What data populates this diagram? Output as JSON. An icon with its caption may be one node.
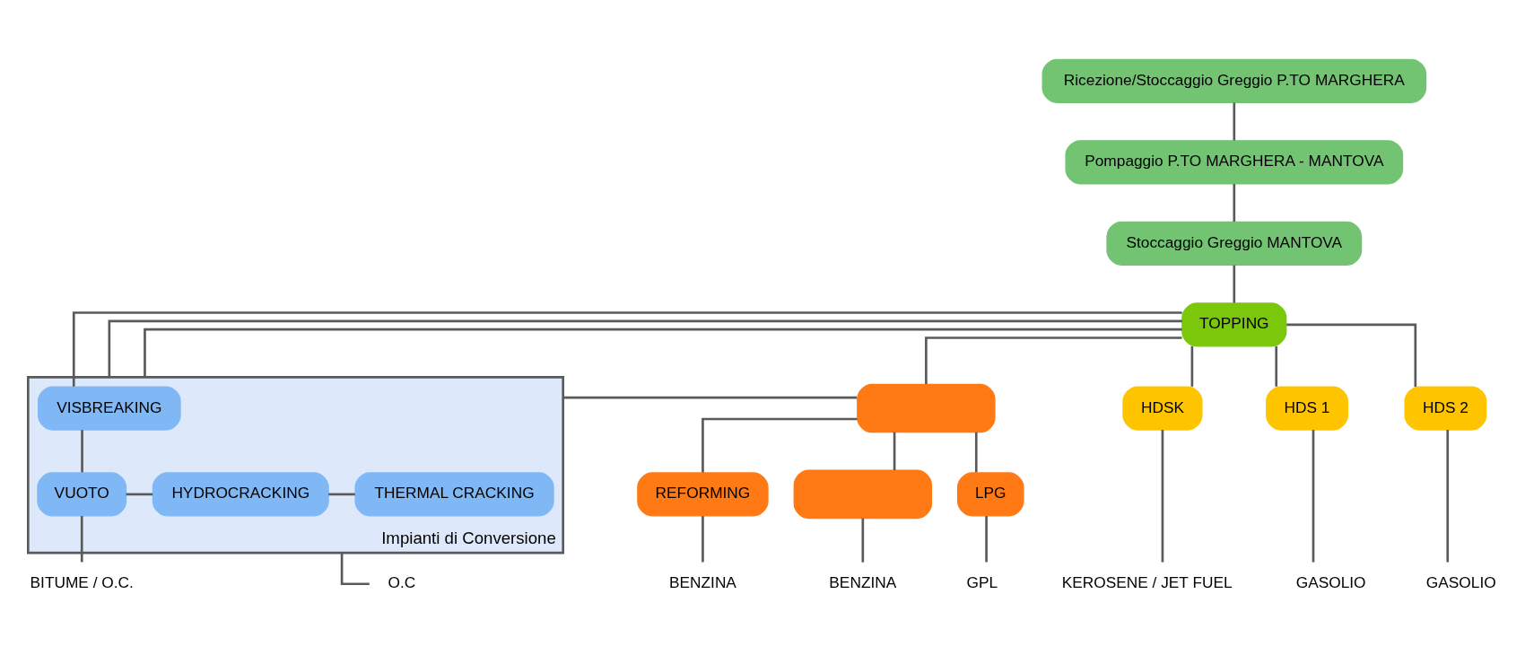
{
  "diagram": {
    "nodes": [
      {
        "text": [
          "Ricezione/Stoccaggio Greggio P.TO MARGHERA"
        ]
      },
      {
        "text": [
          "Pompaggio P.TO MARGHERA - MANTOVA"
        ]
      },
      {
        "text": [
          "Stoccaggio Greggio MANTOVA"
        ]
      },
      {
        "text": [
          "TOPPING"
        ]
      },
      {
        "text": [
          "Impianti di Conversione"
        ]
      },
      {
        "text": [
          "VISBREAKING"
        ],
        "in": 4
      },
      {
        "text": [
          "VUOTO"
        ],
        "in": 4
      },
      {
        "text": [
          "HYDROCRACKING"
        ],
        "in": 4
      },
      {
        "text": [
          "THERMAL CRACKING"
        ],
        "in": 4
      },
      {
        "text": [],
        "shape": "box"
      },
      {
        "text": [
          "HDSK"
        ]
      },
      {
        "text": [
          "HDS 1"
        ]
      },
      {
        "text": [
          "HDS 2"
        ]
      },
      {
        "text": [
          "REFORMING"
        ]
      },
      {
        "text": [],
        "shape": "box"
      },
      {
        "text": [
          "LPG"
        ]
      },
      {
        "text": [
          "BITUME / O.C."
        ]
      },
      {
        "text": [
          "O.C"
        ]
      },
      {
        "text": [
          "KEROSENE / JET FUEL"
        ]
      },
      {
        "text": [
          "GASOLIO"
        ]
      },
      {
        "text": [
          "GASOLIO"
        ]
      },
      {
        "text": [
          "BENZINA"
        ]
      },
      {
        "text": [
          "BENZINA"
        ]
      },
      {
        "text": [
          "GPL"
        ]
      }
    ],
    "edges": [
      {
        "from": 0,
        "to": 1,
        "arrow": "none"
      },
      {
        "from": 1,
        "to": 2,
        "arrow": "none"
      },
      {
        "from": 2,
        "to": 3,
        "arrow": "none"
      },
      {
        "from": 3,
        "to": 5,
        "arrow": "none"
      },
      {
        "from": 3,
        "to": 9,
        "arrow": "none"
      },
      {
        "from": 4,
        "to": 9,
        "arrow": "none"
      },
      {
        "from": 4,
        "to": 3,
        "arrow": "none"
      },
      {
        "from": 4,
        "to": 3,
        "arrow": "none"
      },
      {
        "from": 3,
        "to": 10,
        "arrow": "none"
      },
      {
        "from": 3,
        "to": 11,
        "arrow": "none"
      },
      {
        "from": 3,
        "to": 12,
        "arrow": "none"
      },
      {
        "from": 9,
        "to": 13,
        "arrow": "none"
      },
      {
        "from": 9,
        "to": 14,
        "arrow": "none"
      },
      {
        "from": 9,
        "to": 15,
        "arrow": "none"
      },
      {
        "from": 5,
        "to": 6,
        "arrow": "none"
      },
      {
        "from": 6,
        "to": 7,
        "arrow": "none"
      },
      {
        "from": 7,
        "to": 8,
        "arrow": "none"
      },
      {
        "from": 6,
        "to": 16,
        "arrow": "none"
      },
      {
        "from": 4,
        "to": 17,
        "arrow": "none"
      },
      {
        "from": 10,
        "to": 18,
        "arrow": "none"
      },
      {
        "from": 11,
        "to": 19,
        "arrow": "none"
      },
      {
        "from": 12,
        "to": 20,
        "arrow": "none"
      },
      {
        "from": 13,
        "to": 21,
        "arrow": "none"
      },
      {
        "from": 14,
        "to": 22,
        "arrow": "none"
      },
      {
        "from": 15,
        "to": 23,
        "arrow": "none"
      }
    ]
  }
}
